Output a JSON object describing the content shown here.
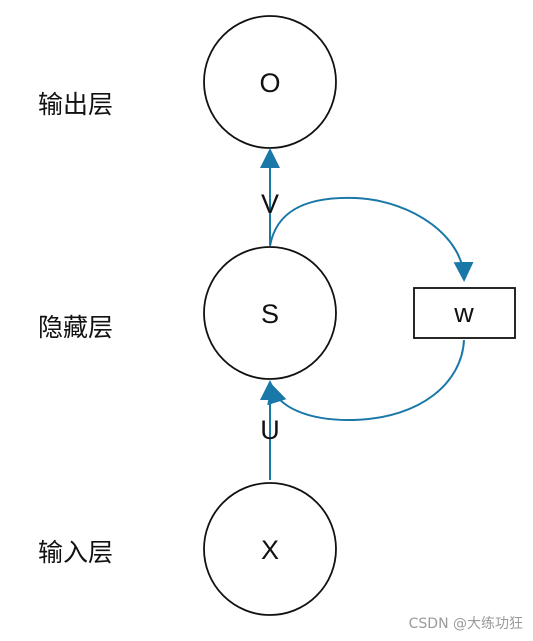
{
  "layers": {
    "output": "输出层",
    "hidden": "隐藏层",
    "input": "输入层"
  },
  "nodes": {
    "output": "O",
    "hidden": "S",
    "input": "X",
    "weight": "w"
  },
  "edges": {
    "hidden_to_output": "V",
    "input_to_hidden": "U"
  },
  "watermark": "CSDN @大练功狂",
  "colors": {
    "arrow": "#1a78a8",
    "stroke": "#111111",
    "text": "#111111",
    "watermark": "#9a9a9a"
  }
}
